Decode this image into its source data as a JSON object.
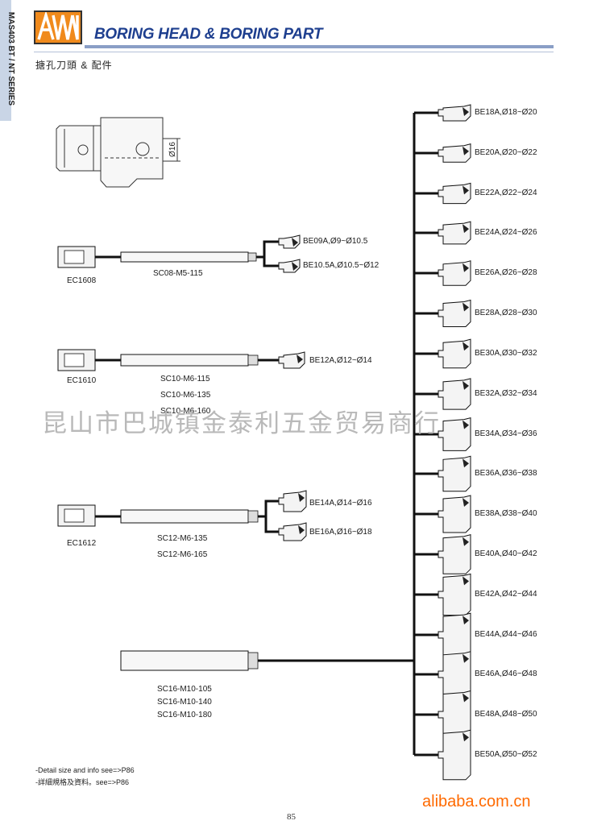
{
  "sidebar": {
    "series": "MAS403 BT / NT SERIES"
  },
  "header": {
    "title": "BORING HEAD & BORING PART",
    "subtitle": "搪孔刀頭 & 配件"
  },
  "holder": {
    "dimension": "Ø16"
  },
  "adapters": [
    {
      "code": "EC1608",
      "bars": [
        "SC08-M5-115"
      ],
      "heads": [
        "BE09A,Ø9~Ø10.5",
        "BE10.5A,Ø10.5~Ø12"
      ]
    },
    {
      "code": "EC1610",
      "bars": [
        "SC10-M6-115",
        "SC10-M6-135",
        "SC10-M6-160"
      ],
      "heads": [
        "BE12A,Ø12~Ø14"
      ]
    },
    {
      "code": "EC1612",
      "bars": [
        "SC12-M6-135",
        "SC12-M6-165"
      ],
      "heads": [
        "BE14A,Ø14~Ø16",
        "BE16A,Ø16~Ø18"
      ]
    },
    {
      "code": "",
      "bars": [
        "SC16-M10-105",
        "SC16-M10-140",
        "SC16-M10-180"
      ],
      "heads": []
    }
  ],
  "big_heads": [
    "BE18A,Ø18~Ø20",
    "BE20A,Ø20~Ø22",
    "BE22A,Ø22~Ø24",
    "BE24A,Ø24~Ø26",
    "BE26A,Ø26~Ø28",
    "BE28A,Ø28~Ø30",
    "BE30A,Ø30~Ø32",
    "BE32A,Ø32~Ø34",
    "BE34A,Ø34~Ø36",
    "BE36A,Ø36~Ø38",
    "BE38A,Ø38~Ø40",
    "BE40A,Ø40~Ø42",
    "BE42A,Ø42~Ø44",
    "BE44A,Ø44~Ø46",
    "BE46A,Ø46~Ø48",
    "BE48A,Ø48~Ø50",
    "BE50A,Ø50~Ø52"
  ],
  "watermark": "昆山市巴城镇金泰利五金贸易商行",
  "notes": {
    "en": "-Detail size and info see=>P86",
    "zh": "-詳細規格及資料。see=>P86"
  },
  "footer": {
    "brand": "alibaba.com.cn",
    "page": "85"
  },
  "colors": {
    "title": "#1e3f8f",
    "logo": "#f08a1c",
    "brand": "#ff6a00",
    "tab": "#c9d5e6"
  }
}
